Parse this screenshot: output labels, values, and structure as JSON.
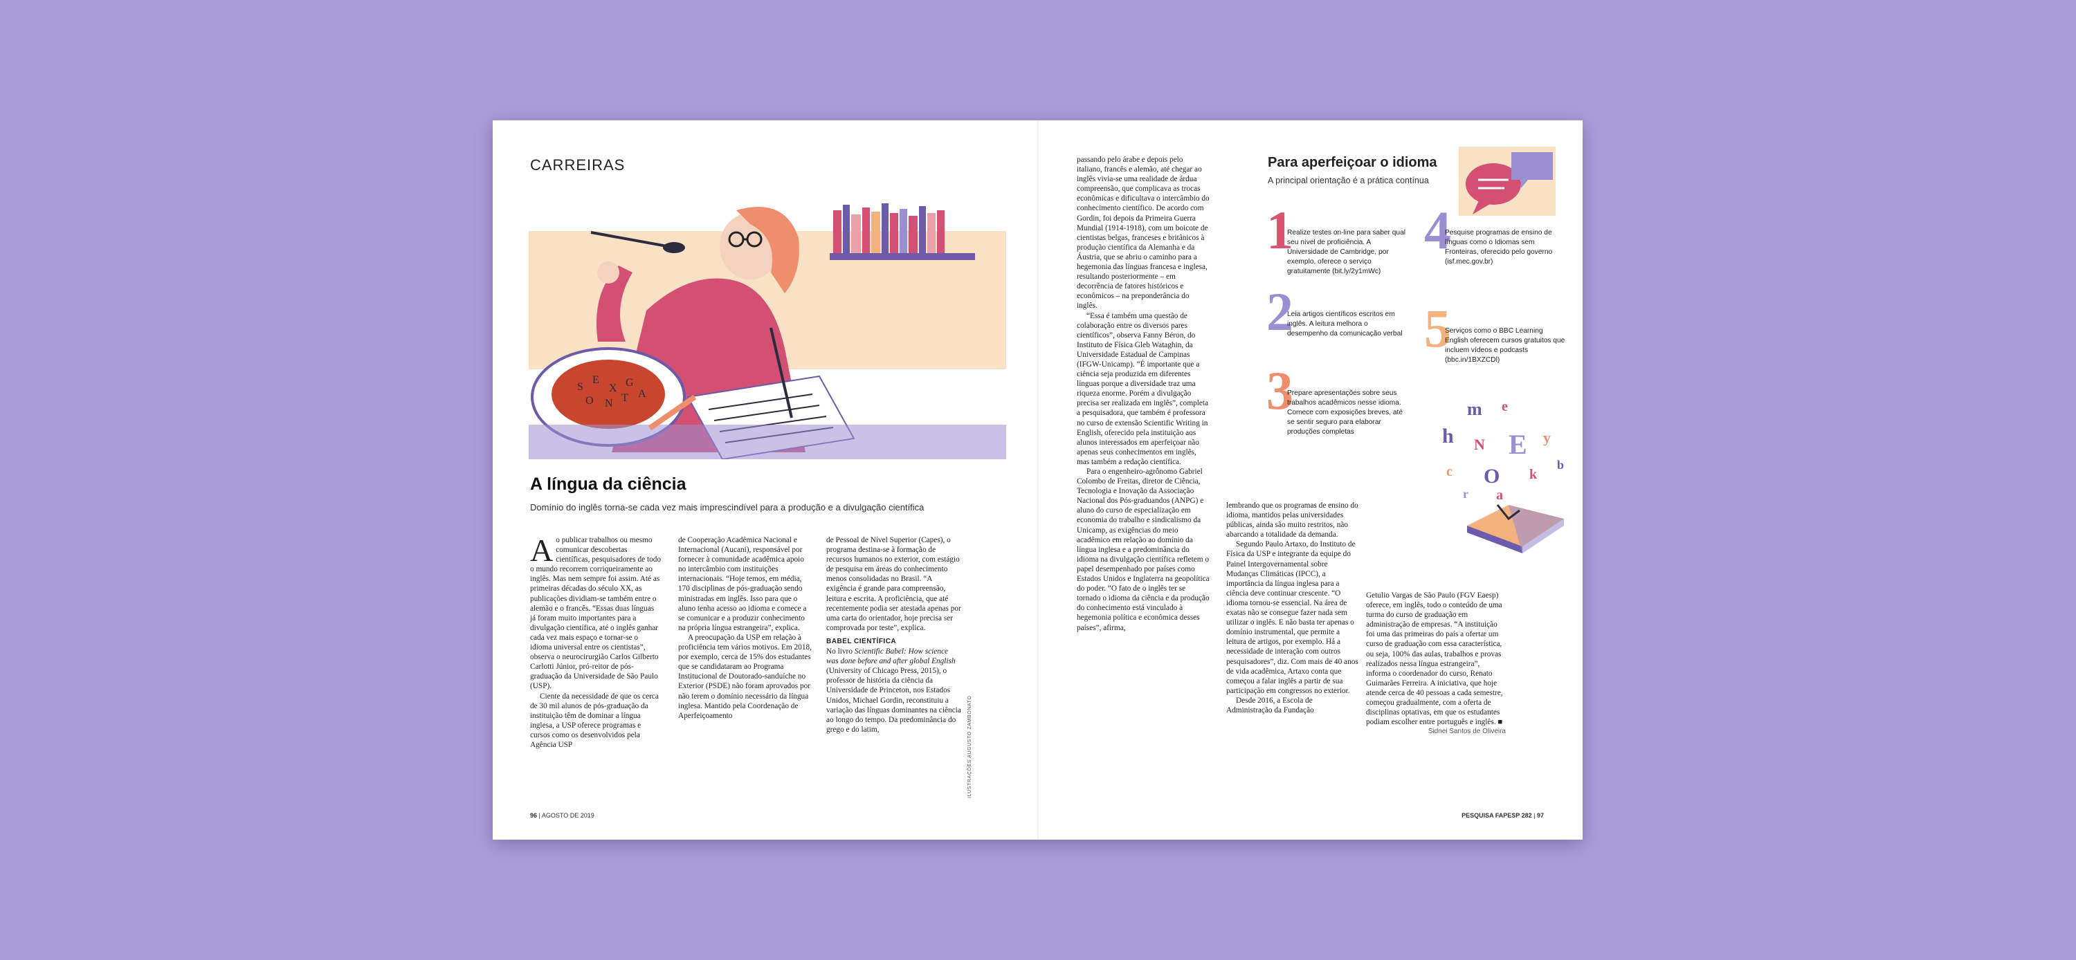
{
  "left_page": {
    "section": "CARREIRAS",
    "headline": "A língua da ciência",
    "deck": "Domínio do inglês torna-se cada vez mais imprescindível para a produção e a divulgação científica",
    "dropcap": "A",
    "col1": [
      "o publicar trabalhos ou mesmo comunicar descobertas científicas, pesquisadores de todo o mundo recorrem corriqueiramente ao inglês. Mas nem sempre foi assim. Até as primeiras décadas do século XX, as publicações dividiam-se também entre o alemão e o francês. “Essas duas línguas já foram muito importantes para a divulgação científica, até o inglês ganhar cada vez mais espaço e tornar-se o idioma universal entre os cientistas”, observa o neurocirurgião Carlos Gilberto Carlotti Júnior, pró-reitor de pós-graduação da Universidade de São Paulo (USP).",
      "Ciente da necessidade de que os cerca de 30 mil alunos de pós-graduação da instituição têm de dominar a língua inglesa, a USP oferece programas e cursos como os desenvolvidos pela Agência USP"
    ],
    "col2": [
      "de Cooperação Acadêmica Nacional e Internacional (Aucani), responsável por fornecer à comunidade acadêmica apoio no intercâmbio com instituições internacionais. “Hoje temos, em média, 170 disciplinas de pós-graduação sendo ministradas em inglês. Isso para que o aluno tenha acesso ao idioma e comece a se comunicar e a produzir conhecimento na própria língua estrangeira”, explica.",
      "A preocupação da USP em relação à proficiência tem vários motivos. Em 2018, por exemplo, cerca de 15% dos estudantes que se candidataram ao Programa Institucional de Doutorado-sanduíche no Exterior (PSDE) não foram aprovados por não terem o domínio necessário da língua inglesa. Mantido pela Coordenação de Aperfeiçoamento"
    ],
    "col3_a": "de Pessoal de Nível Superior (Capes), o programa destina-se à formação de recursos humanos no exterior, com estágio de pesquisa em áreas do conhecimento menos consolidadas no Brasil. “A exigência é grande para compreensão, leitura e escrita. A proficiência, que até recentemente podia ser atestada apenas por uma carta do orientador, hoje precisa ser comprovada por teste”, explica.",
    "col3_subhead": "BABEL CIENTÍFICA",
    "col3_b_pre": "No livro ",
    "col3_b_book": "Scientific Babel: How science was done before and after global English",
    "col3_b_post": " (University of Chicago Press, 2015), o professor de história da ciência da Universidade de Princeton, nos Estados Unidos, Michael Gordin, reconstituiu a variação das línguas dominantes na ciência ao longo do tempo. Da predominância do grego e do latim,",
    "credit": "ILUSTRAÇÕES AUGUSTO ZAMBONATO",
    "folio_num": "96",
    "folio_date": "AGOSTO DE 2019"
  },
  "right_page": {
    "col1": [
      "passando pelo árabe e depois pelo italiano, francês e alemão, até chegar ao inglês vivia-se uma realidade de árdua compreensão, que complicava as trocas econômicas e dificultava o intercâmbio do conhecimento científico. De acordo com Gordin, foi depois da Primeira Guerra Mundial (1914-1918), com um boicote de cientistas belgas, franceses e britânicos à produção científica da Alemanha e da Áustria, que se abriu o caminho para a hegemonia das línguas francesa e inglesa, resultando posteriormente – em decorrência de fatores históricos e econômicos – na preponderância do inglês.",
      "“Essa é também uma questão de colaboração entre os diversos pares científicos”, observa Fanny Béron, do Instituto de Física Gleb Wataghin, da Universidade Estadual de Campinas (IFGW-Unicamp). “É importante que a ciência seja produzida em diferentes línguas porque a diversidade traz uma riqueza enorme. Porém a divulgação precisa ser realizada em inglês”, completa a pesquisadora, que também é professora no curso de extensão Scientific Writing in English, oferecido pela instituição aos alunos interessados em aperfeiçoar não apenas seus conhecimentos em inglês, mas também a redação científica.",
      "Para o engenheiro-agrônomo Gabriel Colombo de Freitas, diretor de Ciência, Tecnologia e Inovação da Associação Nacional dos Pós-graduandos (ANPG) e aluno do curso de especialização em economia do trabalho e sindicalismo da Unicamp, as exigências do meio acadêmico em relação ao domínio da língua inglesa e a predominância do idioma na divulgação científica refletem o papel desempenhado por países como Estados Unidos e Inglaterra na geopolítica do poder. “O fato de o inglês ter se tornado o idioma da ciência e da produção do conhecimento está vinculado à hegemonia política e econômica desses países”, afirma,"
    ],
    "col2": [
      "lembrando que os programas de ensino do idioma, mantidos pelas universidades públicas, ainda são muito restritos, não abarcando a totalidade da demanda.",
      "Segundo Paulo Artaxo, do Instituto de Física da USP e integrante da equipe do Painel Intergovernamental sobre Mudanças Climáticas (IPCC), a importância da língua inglesa para a ciência deve continuar crescente. “O idioma tornou-se essencial. Na área de exatas não se consegue fazer nada sem utilizar o inglês. E não basta ter apenas o domínio instrumental, que permite a leitura de artigos, por exemplo. Há a necessidade de interação com outros pesquisadores”, diz. Com mais de 40 anos de vida acadêmica, Artaxo conta que começou a falar inglês a partir de sua participação em congressos no exterior.",
      "Desde 2016, a Escola de Administração da Fundação"
    ],
    "col3": "Getulio Vargas de São Paulo (FGV Eaesp) oferece, em inglês, todo o conteúdo de uma turma do curso de graduação em administração de empresas. “A instituição foi uma das primeiras do país a ofertar um curso de graduação com essa característica, ou seja, 100% das aulas, trabalhos e provas realizados nessa língua estrangeira”, informa o coordenador do curso, Renato Guimarães Ferreira. A iniciativa, que hoje atende cerca de 40 pessoas a cada semestre, começou gradualmente, com a oferta de disciplinas optativas, em que os estudantes podiam escolher entre português e inglês.",
    "end_mark": "■",
    "signature": "Sidnei Santos de Oliveira",
    "box_title": "Para aperfeiçoar o idioma",
    "box_subtitle": "A principal orientação é a prática contínua",
    "tips": [
      {
        "num": "1",
        "text": "Realize testes on-line para saber qual seu nível de proficiência. A Universidade de Cambridge, por exemplo, oferece o serviço gratuitamente (bit.ly/2y1mWc)"
      },
      {
        "num": "2",
        "text": "Leia artigos científicos escritos em inglês. A leitura melhora o desempenho da comunicação verbal"
      },
      {
        "num": "3",
        "text": "Prepare apresentações sobre seus trabalhos acadêmicos nesse idioma. Comece com exposições breves, até se sentir seguro para elaborar produções completas"
      },
      {
        "num": "4",
        "text": "Pesquise programas de ensino de línguas como o Idiomas sem Fronteiras, oferecido pelo governo (isf.mec.gov.br)"
      },
      {
        "num": "5",
        "text": "Serviços como o BBC Learning English oferecem cursos gratuitos que incluem vídeos e podcasts (bbc.in/1BXZCDl)"
      }
    ],
    "tip_colors": [
      "#d9556f",
      "#9c8fd1",
      "#ee8e6d",
      "#9c8fd1",
      "#f3b27d"
    ],
    "folio_pub": "PESQUISA FAPESP 282",
    "folio_num": "97"
  },
  "colors": {
    "background": "#a99cd6",
    "pink": "#d34f73",
    "purple": "#6d5aa8",
    "peach": "#f6d3b0"
  }
}
